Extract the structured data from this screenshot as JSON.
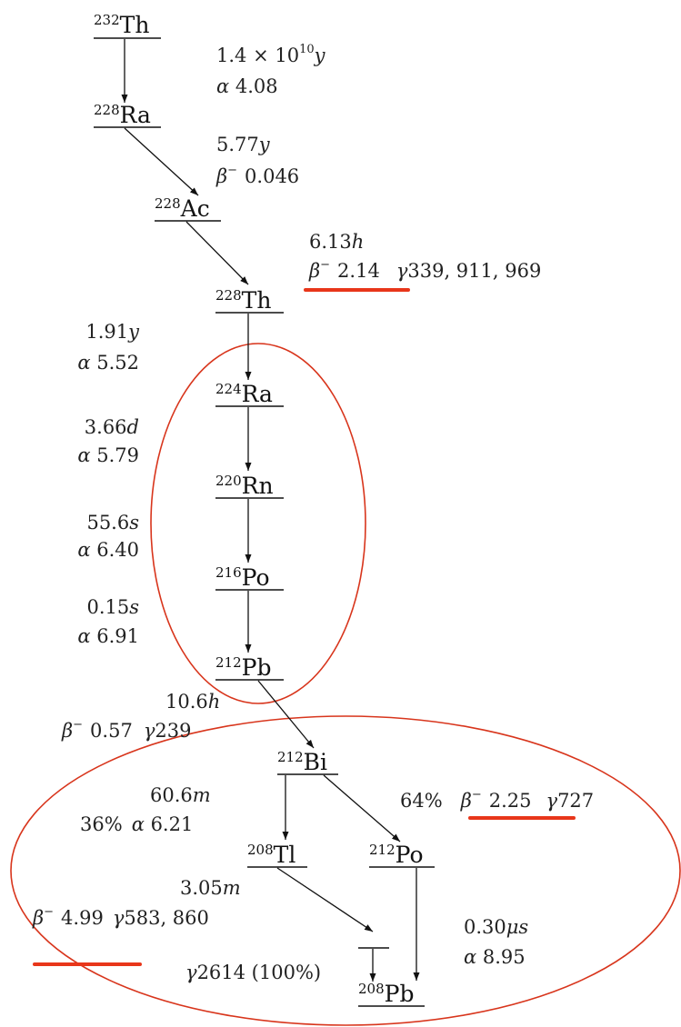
{
  "nuclides": {
    "th232": {
      "mass": "232",
      "symbol": "Th"
    },
    "ra228": {
      "mass": "228",
      "symbol": "Ra"
    },
    "ac228": {
      "mass": "228",
      "symbol": "Ac"
    },
    "th228": {
      "mass": "228",
      "symbol": "Th"
    },
    "ra224": {
      "mass": "224",
      "symbol": "Ra"
    },
    "rn220": {
      "mass": "220",
      "symbol": "Rn"
    },
    "po216": {
      "mass": "216",
      "symbol": "Po"
    },
    "pb212": {
      "mass": "212",
      "symbol": "Pb"
    },
    "bi212": {
      "mass": "212",
      "symbol": "Bi"
    },
    "tl208": {
      "mass": "208",
      "symbol": "Tl"
    },
    "po212": {
      "mass": "212",
      "symbol": "Po"
    },
    "pb208": {
      "mass": "208",
      "symbol": "Pb"
    }
  },
  "decays": {
    "th232": {
      "halflife_mantissa": "1.4 × 10",
      "halflife_exp": "10",
      "halflife_unit": "y",
      "mode": "α",
      "energy": "4.08"
    },
    "ra228": {
      "halflife_value": "5.77",
      "halflife_unit": "y",
      "mode": "β",
      "mode_sup": "−",
      "energy": "0.046"
    },
    "ac228": {
      "halflife_value": "6.13",
      "halflife_unit": "h",
      "mode": "β",
      "mode_sup": "−",
      "energy": "2.14",
      "gamma_symbol": "γ",
      "gamma": "339, 911, 969"
    },
    "th228": {
      "halflife_value": "1.91",
      "halflife_unit": "y",
      "mode": "α",
      "energy": "5.52"
    },
    "ra224": {
      "halflife_value": "3.66",
      "halflife_unit": "d",
      "mode": "α",
      "energy": "5.79"
    },
    "rn220": {
      "halflife_value": "55.6",
      "halflife_unit": "s",
      "mode": "α",
      "energy": "6.40"
    },
    "po216": {
      "halflife_value": "0.15",
      "halflife_unit": "s",
      "mode": "α",
      "energy": "6.91"
    },
    "pb212": {
      "halflife_value": "10.6",
      "halflife_unit": "h",
      "mode": "β",
      "mode_sup": "−",
      "energy": "0.57",
      "gamma_symbol": "γ",
      "gamma": "239"
    },
    "bi212": {
      "halflife_value": "60.6",
      "halflife_unit": "m"
    },
    "bi212_alpha": {
      "branch": "36%",
      "mode": "α",
      "energy": "6.21"
    },
    "bi212_beta": {
      "branch": "64%",
      "mode": "β",
      "mode_sup": "−",
      "energy": "2.25",
      "gamma_symbol": "γ",
      "gamma": "727"
    },
    "tl208": {
      "halflife_value": "3.05",
      "halflife_unit": "m",
      "mode": "β",
      "mode_sup": "−",
      "energy": "4.99",
      "gamma_symbol": "γ",
      "gamma": "583, 860"
    },
    "tl208_gamma": {
      "gamma_symbol": "γ",
      "gamma": "2614 (100%)"
    },
    "po212": {
      "halflife_value": "0.30",
      "halflife_unit": "μs",
      "mode": "α",
      "energy": "8.95"
    }
  },
  "annotation_colors": {
    "highlight": "#e8361a",
    "ring": "#d8351c"
  }
}
